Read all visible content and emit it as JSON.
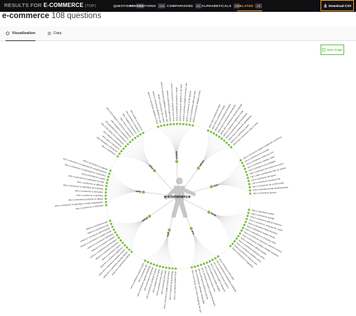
{
  "header": {
    "results_prefix": "RESULTS FOR",
    "keyword": "E-COMMERCE",
    "region": "(TOP)",
    "download_label": "Download CSV",
    "tabs": [
      {
        "label": "QUESTIONS",
        "count": "108"
      },
      {
        "label": "PREPOSITIONS",
        "count": "116"
      },
      {
        "label": "COMPARISONS",
        "count": "44"
      },
      {
        "label": "ALPHABETICALS",
        "count": "34"
      },
      {
        "label": "RELATED",
        "count": "23"
      }
    ],
    "active_tab": "RELATED"
  },
  "title": {
    "keyword": "e-commerce",
    "count_text": "108 questions"
  },
  "view_tabs": [
    {
      "label": "Visualisation",
      "icon": "circle-icon"
    },
    {
      "label": "Data",
      "icon": "list-icon"
    }
  ],
  "active_view": "Visualisation",
  "save_label": "Save image",
  "visual": {
    "center": "e-commerce",
    "accent": "#7bc043",
    "branches": [
      {
        "label": "which",
        "leaves": [
          "which e-commerce platform is best",
          "which e-commerce platform to use",
          "which e-commerce site is best",
          "which e-commerce platform is best for seo",
          "which e-commerce plugin is best",
          "which e-commerce company is the best",
          "which e-commerce business is best",
          "which e-commerce platform is the best",
          "which e-commerce platform should i use",
          "which e-commerce is the largest",
          "which e-commerce sites are safe",
          "which e-commerce website is best"
        ]
      },
      {
        "label": "when",
        "leaves": [
          "when did e-commerce start",
          "when did e-commerce begin",
          "when was e-commerce invented",
          "when was e-commerce introduced",
          "when did e-commerce become popular",
          "when e-commerce started in india",
          "when e-commerce was introduced",
          "when was e-commerce established",
          "when is e-commerce week",
          "when did e-commerce start in india"
        ]
      },
      {
        "label": "can",
        "leaves": [
          "can e-commerce replace traditional commerce",
          "can e-commerce be a career",
          "can e-commerce make you rich",
          "can e-commerce replace retail",
          "can e-commerce be profitable",
          "can e-commerce be done from home",
          "can i start e-commerce with no money",
          "can e-commerce be taxed",
          "can e-commerce business fail",
          "can e-commerce be a side hustle",
          "can e-commerce help small business",
          "can e-commerce survive"
        ]
      },
      {
        "label": "how",
        "leaves": [
          "how e-commerce works",
          "how e-commerce started",
          "how e-commerce affects business",
          "how e-commerce changed the world",
          "how e-commerce helps business",
          "how e-commerce makes money",
          "how e-commerce is changing retail",
          "how e-commerce improves customer service",
          "how e-commerce enables cheaper products",
          "how e-commerce affects society",
          "how e-commerce business works",
          "how e-commerce website works",
          "how e-commerce reduces cost",
          "how e-commerce is regulated"
        ]
      },
      {
        "label": "are",
        "leaves": [
          "are e-commerce sites safe",
          "are e-commerce businesses profitable",
          "are e-commerce stores worth it",
          "are e-commerce jobs in demand",
          "are e-commerce sales taxable",
          "are e-commerce returns free",
          "are e-commerce stocks a good investment",
          "are e-commerce platforms secure",
          "are e-commerce websites accessible",
          "are e-commerce and online shopping the same"
        ]
      },
      {
        "label": "will",
        "leaves": [
          "will e-commerce replace retail",
          "will e-commerce keep growing",
          "will e-commerce replace physical stores",
          "will e-commerce kill malls",
          "will e-commerce slow down",
          "will e-commerce be taxed",
          "will e-commerce continue to grow",
          "will e-commerce dominate",
          "will e-commerce replace shopping",
          "will e-commerce die",
          "will e-commerce grow in 2020"
        ]
      },
      {
        "label": "what",
        "leaves": [
          "what are e-commerce stocks",
          "what are e-commerce security issues",
          "what are e-commerce revenue models",
          "what are e-commerce platforms",
          "what e-commerce means",
          "what is e-commerce business",
          "what is e-commerce and its types",
          "what is e-commerce website",
          "what is e-commerce marketing",
          "what is e-commerce in simple words",
          "what is e-commerce with example",
          "what is e-commerce job",
          "what is e-commerce pdf"
        ]
      },
      {
        "label": "why",
        "leaves": [
          "why e-commerce is important",
          "why e-commerce is important in every organization",
          "why e-commerce business in ottawa",
          "why e-commerce is growing",
          "why e-commerce is the future",
          "why e-commerce is important for business",
          "why e-commerce is different",
          "why e-commerce is important for india",
          "why e-commerce is good",
          "why e-commerce is important for consumers",
          "why e-commerce is important for small business",
          "why e-commerce is popular"
        ]
      },
      {
        "label": "who",
        "leaves": [
          "who e-commerce",
          "who invented e-commerce",
          "who uses e-commerce",
          "who started e-commerce",
          "who is the father of e-commerce",
          "who benefits from e-commerce",
          "who regulates e-commerce",
          "who is the largest e-commerce company",
          "who owns e-commerce",
          "who created e-commerce",
          "who controls e-commerce",
          "who needs e-commerce"
        ]
      }
    ]
  }
}
